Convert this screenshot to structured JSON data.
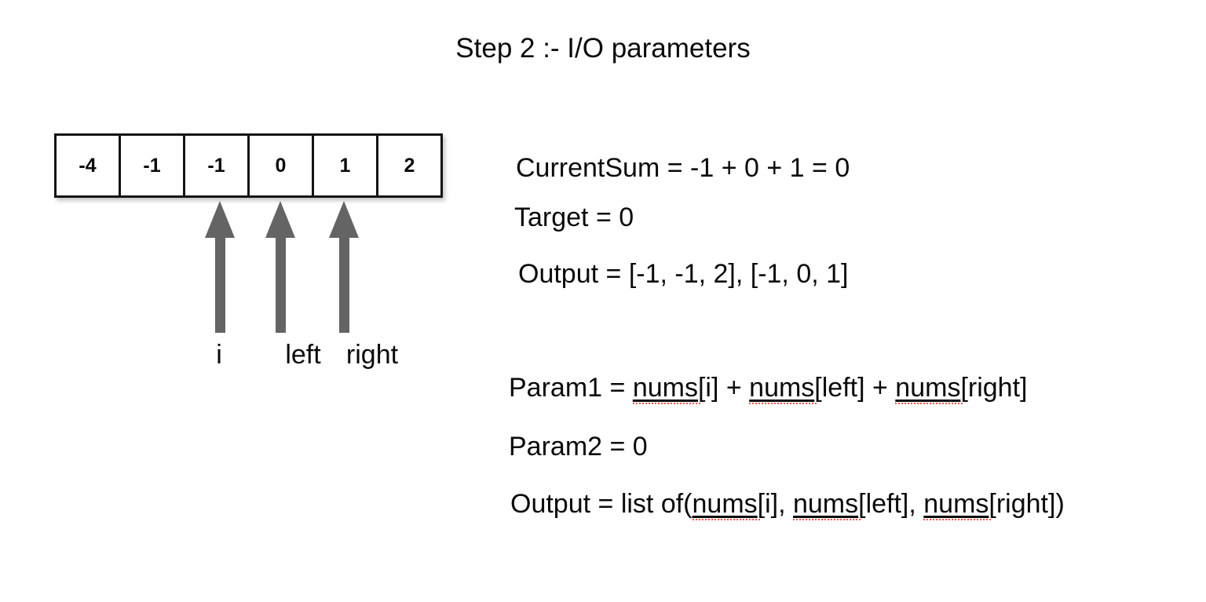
{
  "title": "Step 2 :- I/O parameters",
  "array": {
    "cells": [
      "-4",
      "-1",
      "-1",
      "0",
      "1",
      "2"
    ]
  },
  "pointers": {
    "labels": {
      "i": "i",
      "left": "left",
      "right": "right"
    }
  },
  "info_top": {
    "current_sum": "CurrentSum = -1 + 0 + 1 = 0",
    "target": "Target = 0",
    "output": "Output = [-1, -1, 2], [-1, 0, 1]"
  },
  "info_bottom": {
    "param1": [
      {
        "t": "Param1 = "
      },
      {
        "t": "nums",
        "u": true
      },
      {
        "t": "[i] + "
      },
      {
        "t": "nums",
        "u": true
      },
      {
        "t": "[left] + "
      },
      {
        "t": "nums",
        "u": true
      },
      {
        "t": "[right]"
      }
    ],
    "param2": "Param2 = 0",
    "output": [
      {
        "t": "Output = list of("
      },
      {
        "t": "nums",
        "u": true
      },
      {
        "t": "[i], "
      },
      {
        "t": "nums",
        "u": true
      },
      {
        "t": "[left], "
      },
      {
        "t": "nums",
        "u": true
      },
      {
        "t": "[right])"
      }
    ]
  },
  "colors": {
    "arrow_gray": "#646464",
    "text_black": "#0a0a0a",
    "spellcheck_red": "#f4564b",
    "cell_border": "#141414",
    "background": "#ffffff"
  }
}
